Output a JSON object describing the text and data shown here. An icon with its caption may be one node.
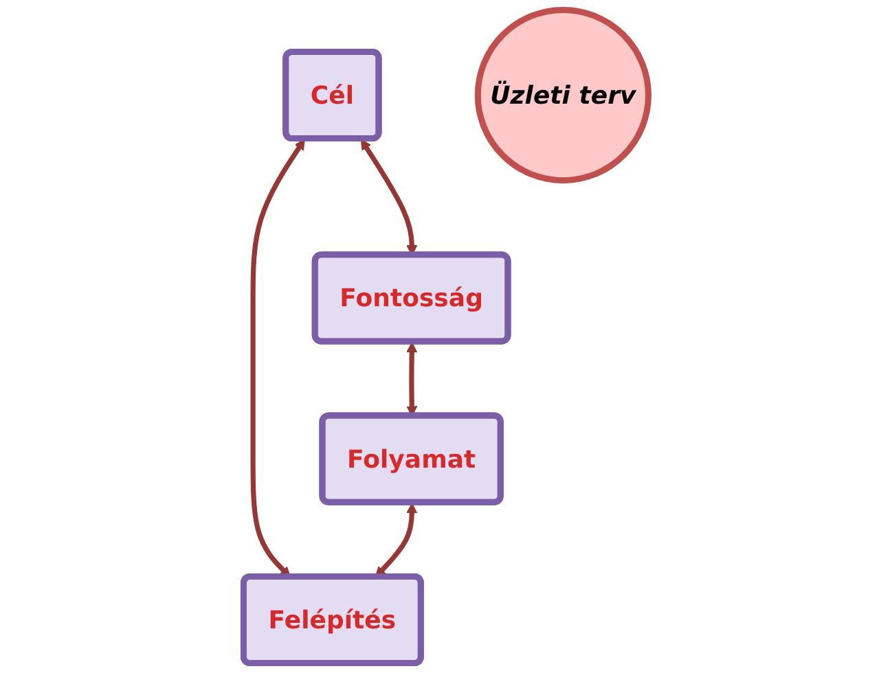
{
  "diagram": {
    "nodes": [
      {
        "text": [
          "Cél"
        ]
      },
      {
        "text": [
          "Fontosság"
        ]
      },
      {
        "text": [
          "Üzleti terv"
        ]
      },
      {
        "text": [
          "Felépítés"
        ]
      },
      {
        "text": [
          "Folyamat"
        ]
      }
    ],
    "edges": [
      {
        "from": 0,
        "to": 1,
        "arrow": "both"
      },
      {
        "from": 0,
        "to": 3,
        "arrow": "both"
      },
      {
        "from": 1,
        "to": 4,
        "arrow": "both"
      },
      {
        "from": 4,
        "to": 3,
        "arrow": "both"
      }
    ]
  }
}
